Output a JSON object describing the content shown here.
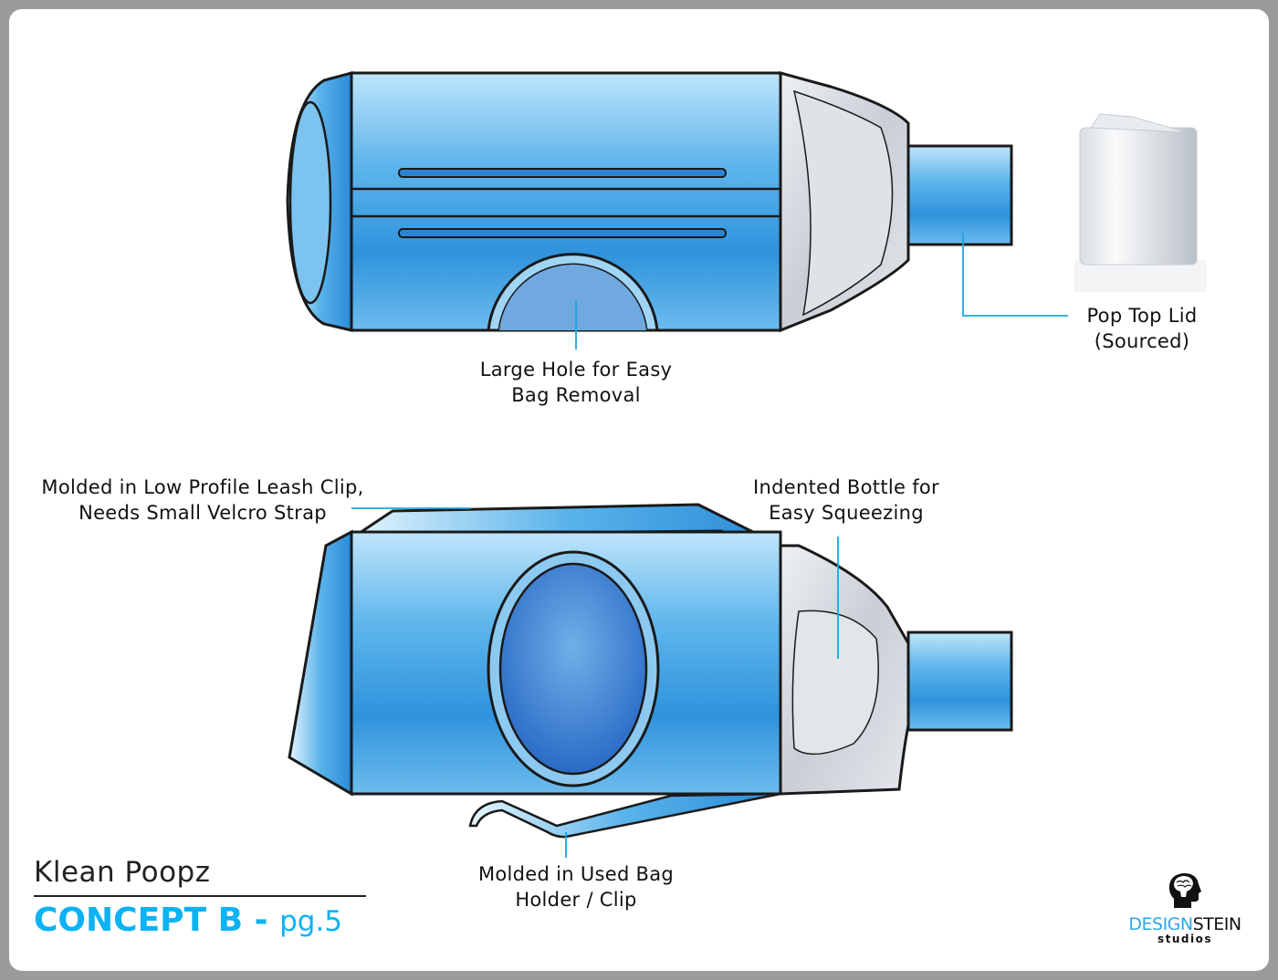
{
  "sheet": {
    "product_name": "Klean Poopz",
    "concept_label": "CONCEPT B",
    "separator": " - ",
    "page_label": "pg.5"
  },
  "callouts": {
    "large_hole": [
      "Large Hole for Easy",
      "Bag Removal"
    ],
    "pop_top": [
      "Pop Top Lid",
      "(Sourced)"
    ],
    "leash_clip": [
      "Molded in Low Profile Leash Clip,",
      "Needs Small Velcro Strap"
    ],
    "indented": [
      "Indented Bottle for",
      "Easy Squeezing"
    ],
    "bag_holder": [
      "Molded in Used Bag",
      "Holder / Clip"
    ]
  },
  "logo": {
    "brand_part1": "DESIGN",
    "brand_part2": "STEIN",
    "sub": "studios"
  },
  "colors": {
    "accent": "#0db2f2",
    "leader": "#1aa6e0",
    "body_blue": "#3a9ee0",
    "frame": "#9b9b9b"
  }
}
